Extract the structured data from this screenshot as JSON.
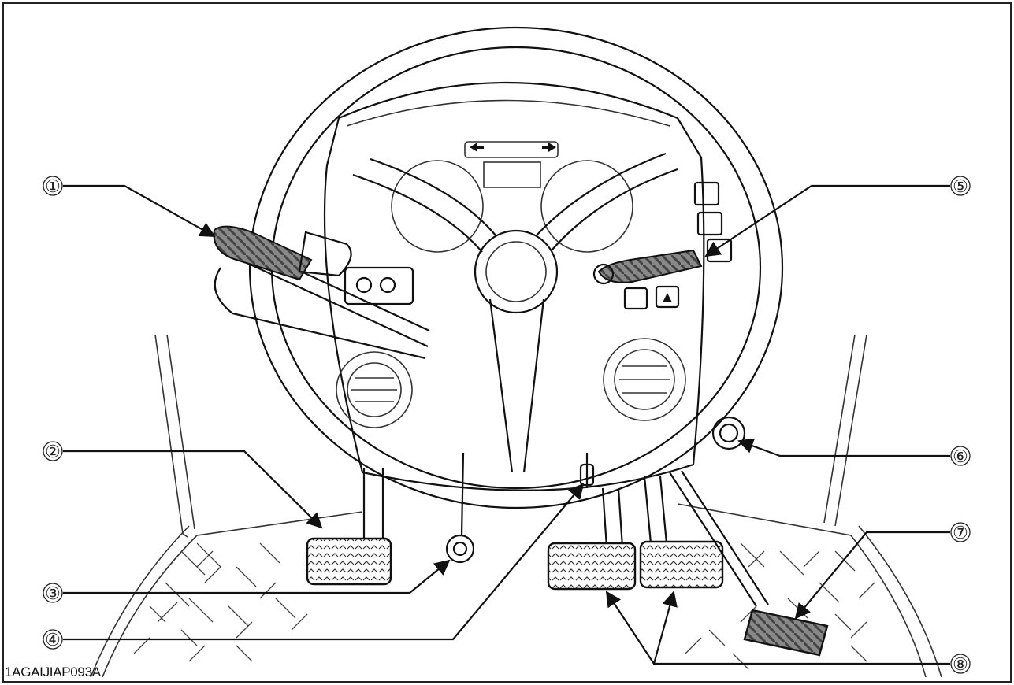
{
  "figure": {
    "code": "1AGAIJIAP093A",
    "callouts": [
      {
        "id": "c1",
        "label": "①"
      },
      {
        "id": "c2",
        "label": "②"
      },
      {
        "id": "c3",
        "label": "③"
      },
      {
        "id": "c4",
        "label": "④"
      },
      {
        "id": "c5",
        "label": "⑤"
      },
      {
        "id": "c6",
        "label": "⑥"
      },
      {
        "id": "c7",
        "label": "⑦"
      },
      {
        "id": "c8",
        "label": "⑧"
      }
    ]
  }
}
